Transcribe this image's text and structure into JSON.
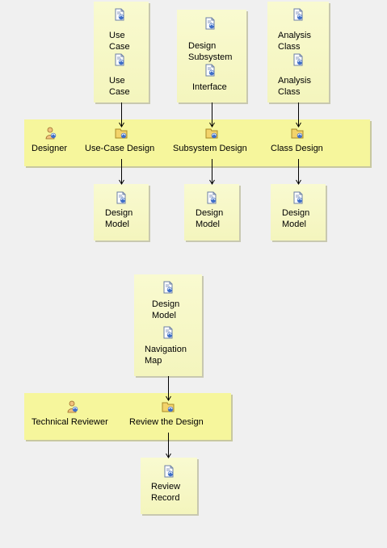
{
  "diagram1": {
    "inputs": {
      "usecase": [
        "Use\nCase",
        "Use\nCase"
      ],
      "subsystem": [
        "Design\nSubsystem",
        "Interface"
      ],
      "analysis": [
        "Analysis\nClass",
        "Analysis\nClass"
      ]
    },
    "band": {
      "role": "Designer",
      "tasks": [
        "Use-Case Design",
        "Subsystem Design",
        "Class Design"
      ]
    },
    "outputs": [
      "Design\nModel",
      "Design\nModel",
      "Design\nModel"
    ]
  },
  "diagram2": {
    "inputs": [
      "Design\nModel",
      "Navigation\nMap"
    ],
    "band": {
      "role": "Technical Reviewer",
      "task": "Review the Design"
    },
    "output": "Review\nRecord"
  },
  "icons": {
    "artifact": "artifact-icon",
    "role": "role-icon",
    "task": "task-icon"
  }
}
